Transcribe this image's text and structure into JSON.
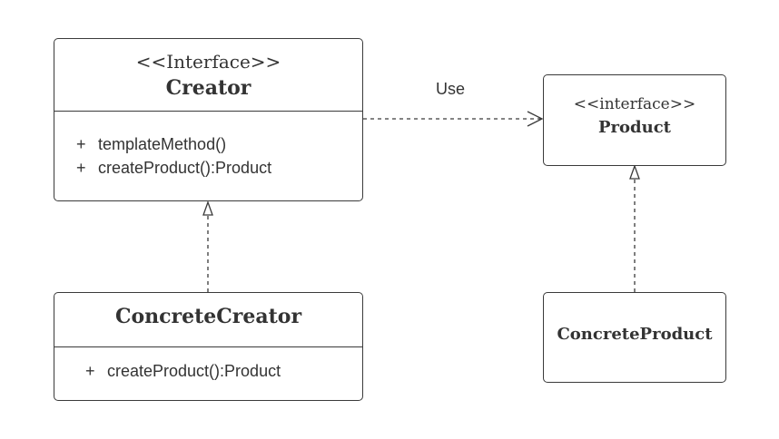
{
  "creator": {
    "stereotype": "<<Interface>>",
    "name": "Creator",
    "members": [
      {
        "visibility": "+",
        "text": "templateMethod()"
      },
      {
        "visibility": "+",
        "text": "createProduct():Product"
      }
    ]
  },
  "product": {
    "stereotype": "<<interface>>",
    "name": "Product"
  },
  "concrete_creator": {
    "name": "ConcreteCreator",
    "members": [
      {
        "visibility": "+",
        "text": "createProduct():Product"
      }
    ]
  },
  "concrete_product": {
    "name": "ConcreteProduct"
  },
  "relations": {
    "use_label": "Use"
  },
  "colors": {
    "line": "#3a3a3a",
    "text": "#333333",
    "background": "#ffffff"
  }
}
